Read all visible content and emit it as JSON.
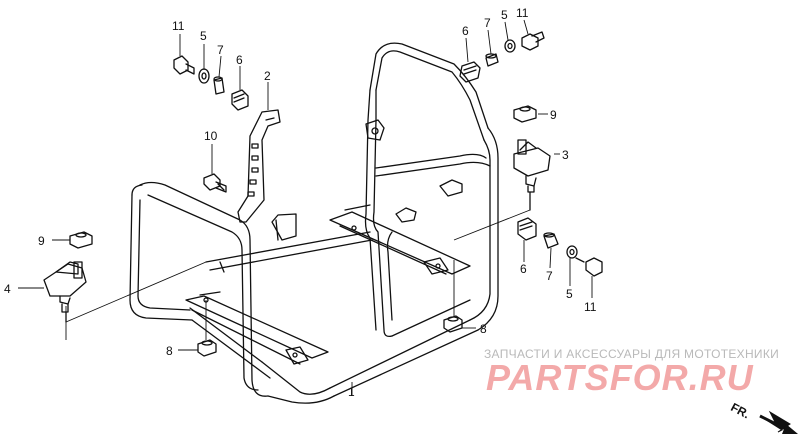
{
  "callouts": {
    "frame": "1",
    "bracket": "2",
    "mount_right": "3",
    "mount_left": "4",
    "nut_8_left": "8",
    "nut_8_right": "8",
    "nut_9_left": "9",
    "nut_9_right": "9",
    "bolt_10": "10",
    "top_left_11": "11",
    "top_left_5": "5",
    "top_left_7": "7",
    "top_left_6": "6",
    "top_right_6": "6",
    "top_right_7": "7",
    "top_right_5": "5",
    "top_right_11": "11",
    "bottom_right_6": "6",
    "bottom_right_7": "7",
    "bottom_right_5": "5",
    "bottom_right_11": "11"
  },
  "watermark": {
    "top_text": "ЗАПЧАСТИ И АКСЕССУАРЫ ДЛЯ МОТОТЕХНИКИ",
    "brand": "PARTSFOR.RU"
  },
  "direction": {
    "label": "FR."
  },
  "colors": {
    "line": "#111111",
    "watermark_gray": "#b9b9b9",
    "watermark_red": "#f3a9a9"
  }
}
